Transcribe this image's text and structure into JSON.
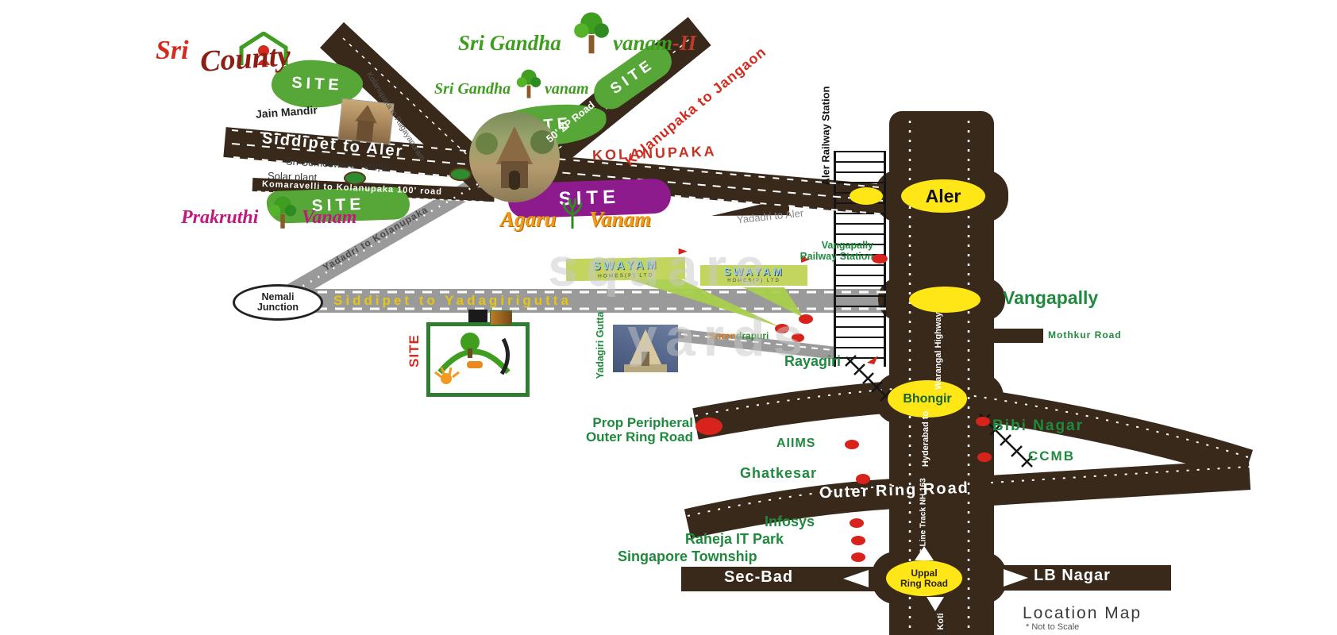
{
  "title": "Location Map",
  "colors": {
    "road_brown": "#38291b",
    "gray_road": "#9a9a9a",
    "junction_yellow": "#ffe616",
    "site_green": "#57a738",
    "site_purple": "#8e1b8e",
    "label_green": "#1f8a3d",
    "marker_red": "#d8231d",
    "road_label_yellow": "#e5c515",
    "kolanupaka_red": "#c43324"
  },
  "logos": {
    "sri_county": {
      "prefix": "Sri",
      "name": "County"
    },
    "srigandhavanam2": {
      "part1": "Sri Gandha",
      "part2": "vanam",
      "suffix": "-II"
    },
    "srigandhavanam": {
      "part1": "Sri Gandha",
      "part2": "vanam"
    },
    "prakruthivanam": {
      "part1": "Prakruthi",
      "part2": "Vanam"
    },
    "agaruvanam": {
      "part1": "Agaru",
      "part2": "Vanam"
    }
  },
  "labels": {
    "site": "SITE",
    "jain_mandir": "Jain Mandir",
    "siddipet_to_aler": "Siddipet to Aler",
    "kolanupaka_to_ragayapuram": "Kolanupaka to Ragayapuram",
    "zp_road": "50' ZP Road",
    "kolanupaka_to_jangaon": "Kolanupaka to  Jangaon",
    "kolanupaka": "KOLANUPAKA",
    "sri_someswara_temple": "Sri Someswara Temple",
    "solar_plant": "Solar plant",
    "komaravelli_road": "Komaravelli to Kolanupaka 100' road",
    "yadadri_to_kolanupaka": "Yadadri to Kolanupaka",
    "nemali_line1": "Nemali",
    "nemali_line2": "Junction",
    "siddipet_to_yadagirigutta": "Siddipet to Yadagirigutta",
    "swayam": "SWAYAM",
    "swayam_sub": "HOMES(P) LTD",
    "vangapally_rs_line1": "Vangapally",
    "vangapally_rs_line2": "Railway Station",
    "aler_railway_station": "Aler Railway Station",
    "yadadri_to_aler": "Yadadri to Aler",
    "aler": "Aler",
    "vangapally": "Vangapally",
    "mothkur_road": "Mothkur Road",
    "warangal_highway": "Warangal Highway",
    "rayagiri": "Rayagiri",
    "surendrapuri_a": "Suren",
    "surendrapuri_b": "drapuri",
    "yadagiri_gutta": "Yadagiri Gutta",
    "bhongir": "Bhongir",
    "hyderabad_to": "Hyderabad to",
    "prop_orr_line1": "Prop Peripheral",
    "prop_orr_line2": "Outer Ring Road",
    "aiims": "AIIMS",
    "bibi_nagar": "Bibi Nagar",
    "ghatkesar": "Ghatkesar",
    "ccmb": "CCMB",
    "outer_ring_road": "Outer Ring Road",
    "infosys": "Infosys",
    "raheja": "Raheja IT Park",
    "singapore": "Singapore Township",
    "six_lane": "6 Line Track NH 163",
    "uppal_line1": "Uppal",
    "uppal_line2": "Ring Road",
    "sec_bad": "Sec-Bad",
    "lb_nagar": "LB Nagar",
    "koti": "Koti",
    "location_map": "Location Map",
    "not_to_scale": "* Not to Scale"
  },
  "watermark": {
    "line1": "square",
    "line2": "yards"
  }
}
